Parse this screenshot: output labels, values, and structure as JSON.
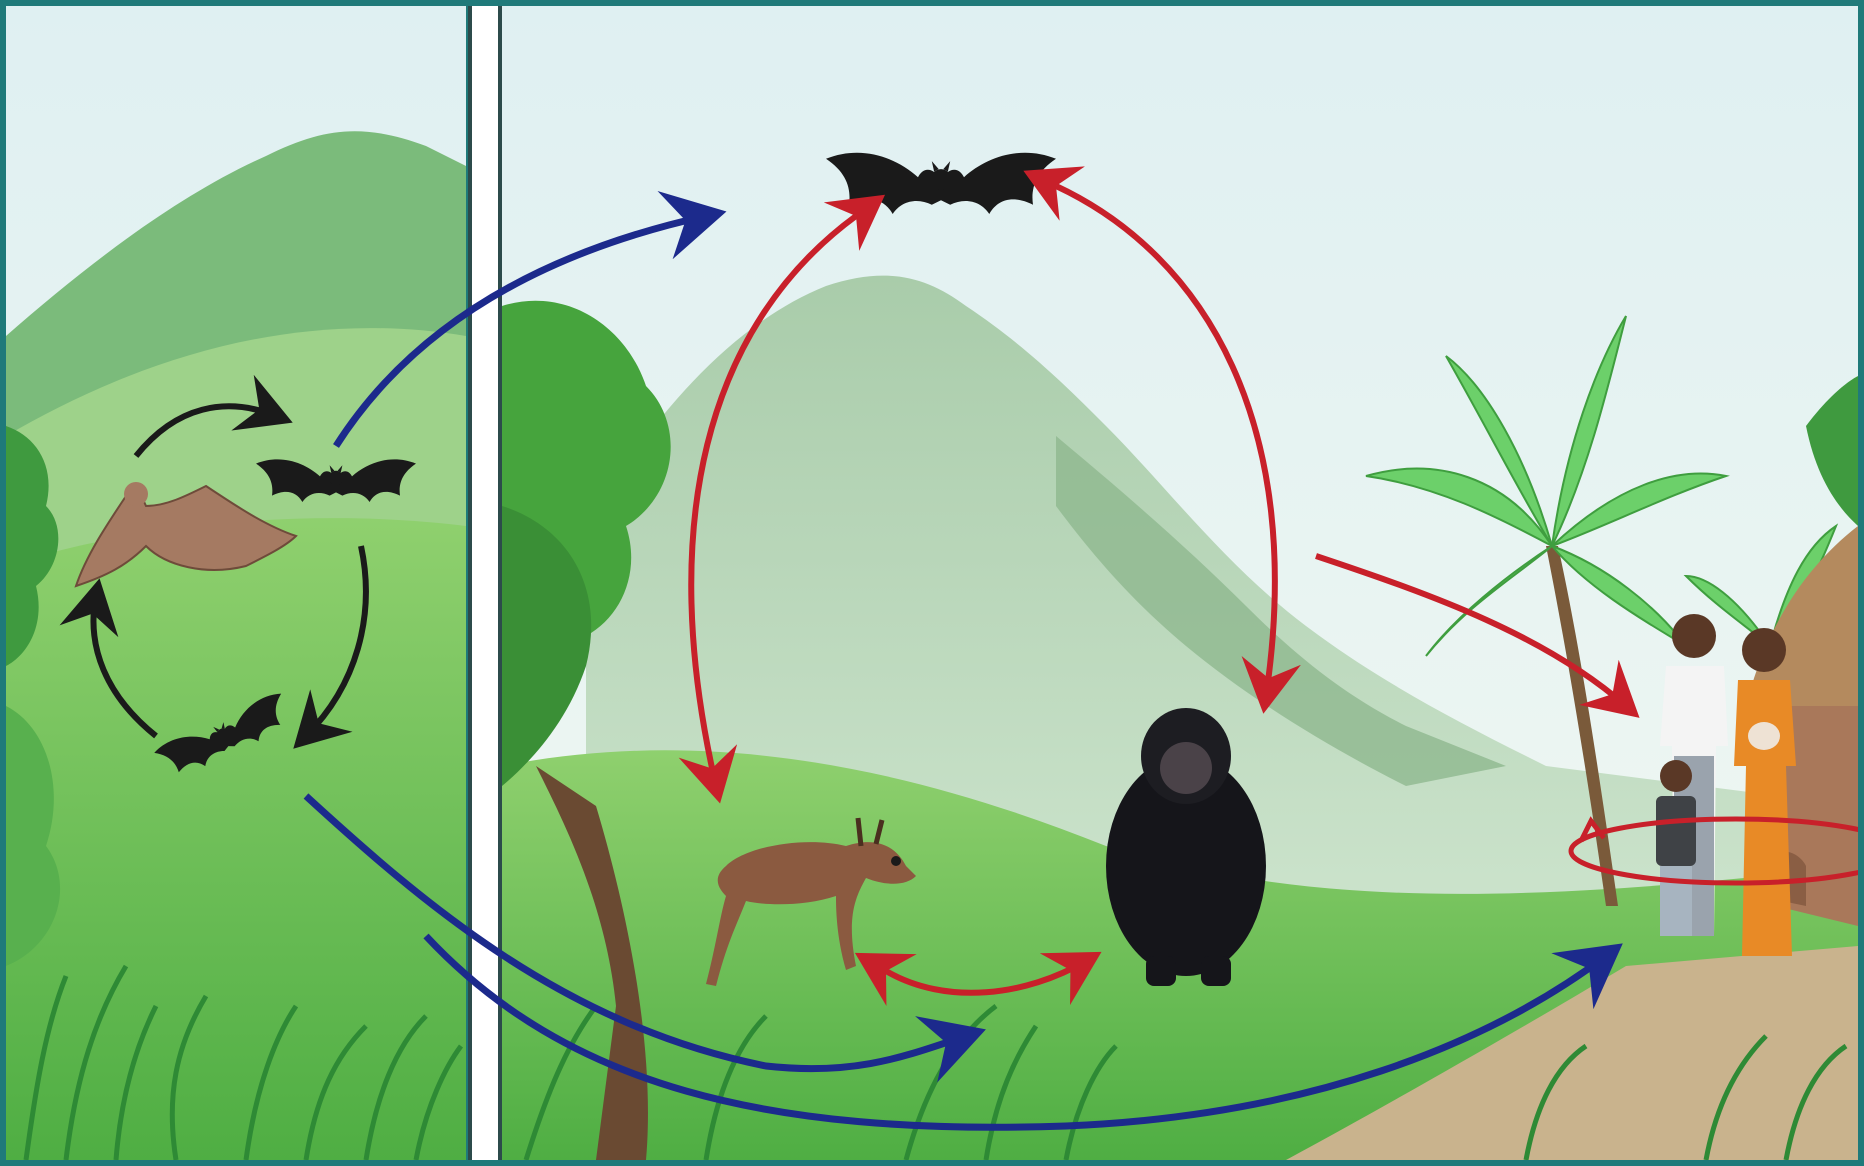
{
  "diagram": {
    "panels": [
      {
        "id": "reservoir-panel",
        "label": ""
      },
      {
        "id": "transmission-panel",
        "label": ""
      }
    ],
    "actors": [
      {
        "id": "fruit-bat-brown",
        "icon": "fruit-bat-icon"
      },
      {
        "id": "bat-upper-left",
        "icon": "bat-icon"
      },
      {
        "id": "bat-lower-left",
        "icon": "bat-icon"
      },
      {
        "id": "bat-top-center",
        "icon": "bat-icon"
      },
      {
        "id": "duiker",
        "icon": "antelope-icon"
      },
      {
        "id": "chimpanzee",
        "icon": "ape-icon"
      },
      {
        "id": "human-family",
        "icon": "people-icon"
      },
      {
        "id": "hut",
        "icon": "hut-icon"
      },
      {
        "id": "palm-trees",
        "icon": "palm-tree-icon"
      }
    ],
    "arrow_colors": {
      "bat_cycle": "#1a1a1a",
      "spillover_from_bats": "#1c2a8c",
      "animal_to_animal_and_human": "#c8202a"
    },
    "flows": [
      {
        "from": "fruit-bat-brown",
        "to": "bat-upper-left",
        "color": "bat_cycle"
      },
      {
        "from": "bat-upper-left",
        "to": "bat-lower-left",
        "color": "bat_cycle"
      },
      {
        "from": "bat-lower-left",
        "to": "fruit-bat-brown",
        "color": "bat_cycle"
      },
      {
        "from": "bat-upper-left",
        "to": "bat-top-center",
        "color": "spillover_from_bats"
      },
      {
        "from": "bat-lower-left",
        "to": "duiker",
        "color": "spillover_from_bats"
      },
      {
        "from": "bat-lower-left",
        "to": "human-family",
        "color": "spillover_from_bats"
      },
      {
        "from": "bat-top-center",
        "to": "duiker",
        "color": "animal_to_animal_and_human",
        "bidirectional": true
      },
      {
        "from": "bat-top-center",
        "to": "chimpanzee",
        "color": "animal_to_animal_and_human",
        "bidirectional": true
      },
      {
        "from": "duiker",
        "to": "chimpanzee",
        "color": "animal_to_animal_and_human",
        "bidirectional": true
      },
      {
        "from": "chimpanzee",
        "to": "human-family",
        "color": "animal_to_animal_and_human"
      },
      {
        "from": "human-family",
        "to": "human-family",
        "color": "animal_to_animal_and_human"
      }
    ]
  }
}
